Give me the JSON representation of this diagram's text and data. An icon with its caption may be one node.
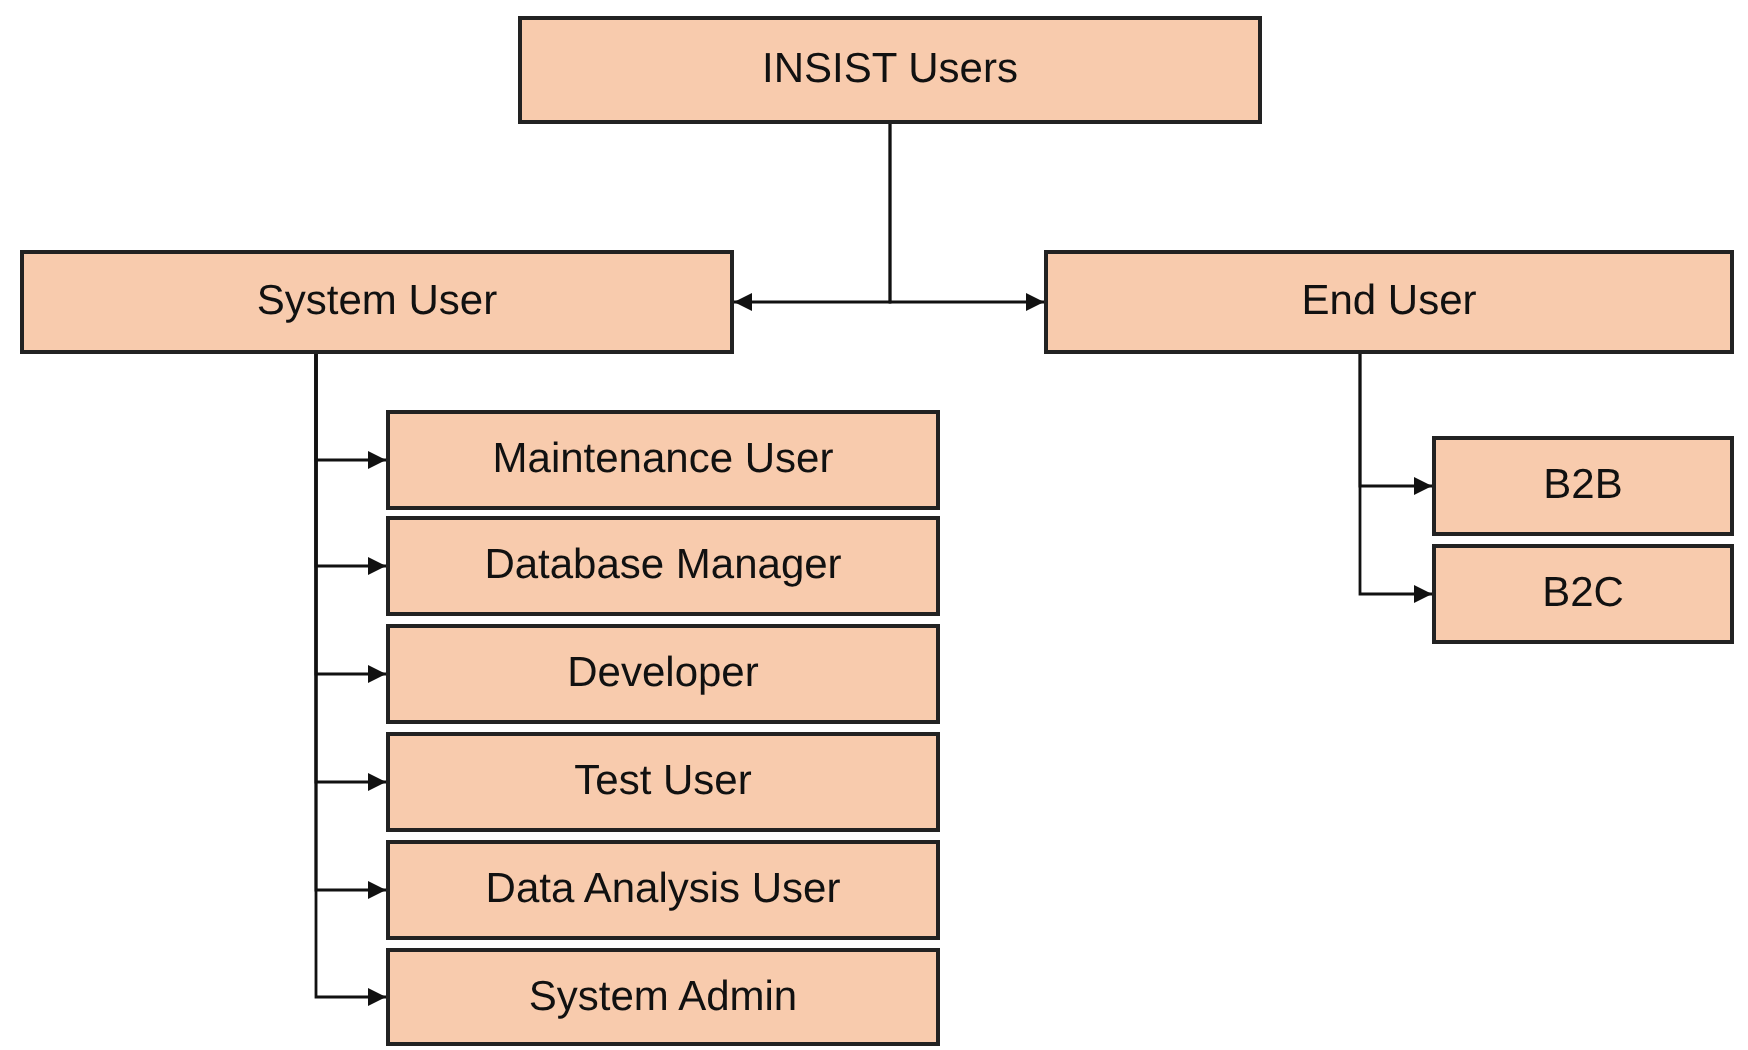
{
  "diagram": {
    "nodes": [
      {
        "text": [
          "INSIST Users"
        ]
      },
      {
        "text": [
          "System User"
        ]
      },
      {
        "text": [
          "End User"
        ]
      },
      {
        "text": [
          "Maintenance User"
        ]
      },
      {
        "text": [
          "Database Manager"
        ]
      },
      {
        "text": [
          "Developer"
        ]
      },
      {
        "text": [
          "Test User"
        ]
      },
      {
        "text": [
          "Data Analysis User"
        ]
      },
      {
        "text": [
          "System Admin"
        ]
      },
      {
        "text": [
          "B2B"
        ]
      },
      {
        "text": [
          "B2C"
        ]
      }
    ],
    "edges": [
      {
        "from": 0,
        "to": 1,
        "arrow": "to"
      },
      {
        "from": 0,
        "to": 2,
        "arrow": "to"
      },
      {
        "from": 1,
        "to": 3,
        "arrow": "to"
      },
      {
        "from": 1,
        "to": 4,
        "arrow": "to"
      },
      {
        "from": 1,
        "to": 5,
        "arrow": "to"
      },
      {
        "from": 1,
        "to": 6,
        "arrow": "to"
      },
      {
        "from": 1,
        "to": 7,
        "arrow": "to"
      },
      {
        "from": 1,
        "to": 8,
        "arrow": "to"
      },
      {
        "from": 2,
        "to": 9,
        "arrow": "to"
      },
      {
        "from": 2,
        "to": 10,
        "arrow": "to"
      }
    ]
  }
}
